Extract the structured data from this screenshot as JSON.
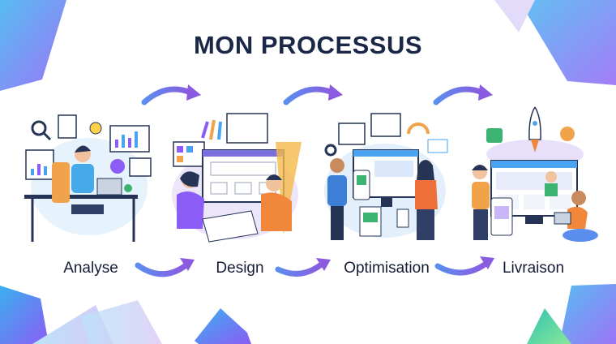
{
  "title": "MON PROCESSUS",
  "steps": [
    {
      "label": "Analyse",
      "icon": "data-analysis-illustration"
    },
    {
      "label": "Design",
      "icon": "wireframe-design-illustration"
    },
    {
      "label": "Optimisation",
      "icon": "optimization-illustration"
    },
    {
      "label": "Livraison",
      "icon": "launch-delivery-illustration"
    }
  ],
  "colors": {
    "title": "#1a2747",
    "arrow_start": "#5b8def",
    "arrow_end": "#8a5be0",
    "accent_blue": "#4aa3f0",
    "accent_purple": "#8b5cf6"
  }
}
